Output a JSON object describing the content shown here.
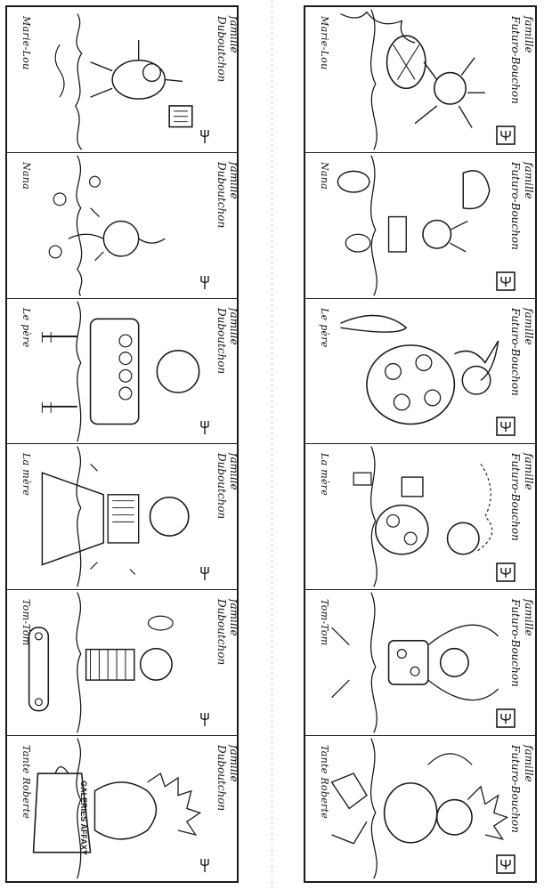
{
  "sheets": [
    {
      "id": "duboutchon",
      "family_word": "famille",
      "family_name": "Duboutchon",
      "cards": [
        {
          "character": "Marie-Lou"
        },
        {
          "character": "Nana"
        },
        {
          "character": "Le père"
        },
        {
          "character": "La mère"
        },
        {
          "character": "Tom-Tom"
        },
        {
          "character": "Tante Roberte"
        }
      ]
    },
    {
      "id": "futuro-bouchon",
      "family_word": "famille",
      "family_name": "Futuro-Bouchon",
      "cards": [
        {
          "character": "Marie-Lou"
        },
        {
          "character": "Nana"
        },
        {
          "character": "Le père"
        },
        {
          "character": "La mère"
        },
        {
          "character": "Tom-Tom"
        },
        {
          "character": "Tante Roberte"
        }
      ]
    }
  ],
  "illustration_text": {
    "shopping_bag": "GALERIES AFFAXY"
  },
  "icons": {
    "left_sheet": "fork-icon",
    "right_sheet": "trident-emblem-icon"
  },
  "colors": {
    "ink": "#1a1a1a",
    "paper": "#ffffff"
  }
}
